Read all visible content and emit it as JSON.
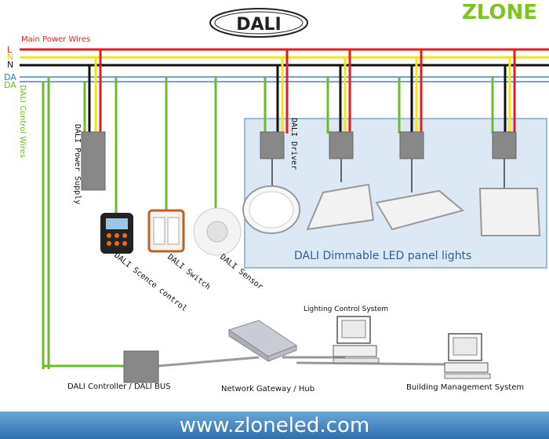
{
  "title_logo": "DALI",
  "brand": "ZLONE",
  "power_wires_label": "Main Power Wires",
  "wire_labels": {
    "L": "L",
    "N1": "N",
    "N2": "N",
    "DA1": "DA",
    "DA2": "DA"
  },
  "control_wires_label": "DALI Control Wires",
  "power_supply_label": "DALI Power Supply",
  "scene_control_label": "DALI Scence control",
  "switch_label": "DALI Switch",
  "sensor_label": "DALI Sensor",
  "driver_label": "DALI Driver",
  "panel_box_caption": "DALI Dimmable LED panel lights",
  "lighting_control_label": "Lighting Control System",
  "controller_label": "DALI Controller / DALI BUS",
  "gateway_label": "Network Gateway / Hub",
  "bms_label": "Building Management System",
  "website": "www.zloneled.com",
  "colors": {
    "L": "#e41e1e",
    "N": "#f2e51a",
    "black": "#111111",
    "DA": "#6cbb2a",
    "network": "#9a9a9a",
    "panel_box": "#dce8f4",
    "footer": "#3a7bbd"
  }
}
